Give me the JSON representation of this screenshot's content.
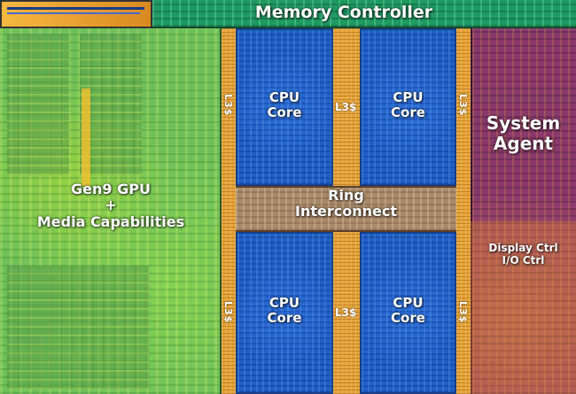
{
  "labels": {
    "memory_controller": "Memory Controller",
    "gpu": "Gen9 GPU\n+\nMedia Capabilities",
    "cpu_core_1": "CPU\nCore",
    "cpu_core_2": "CPU\nCore",
    "cpu_core_3": "CPU\nCore",
    "cpu_core_4": "CPU\nCore",
    "ring": "Ring\nInterconnect",
    "system_agent": "System\nAgent",
    "display_io": "Display Ctrl\nI/O Ctrl",
    "l3_top_left": "L3$",
    "l3_top_mid": "L3$",
    "l3_top_right": "L3$",
    "l3_bottom_left": "L3$",
    "l3_bottom_mid": "L3$",
    "l3_bottom_right": "L3$"
  },
  "colors": {
    "gpu": "#6fc05a",
    "cpu_core": "#1f5fc6",
    "l3_cache": "#e6a43a",
    "ring": "#a88a6a",
    "system_agent": "#8a3a6a",
    "memory_controller": "#1f9a63"
  }
}
